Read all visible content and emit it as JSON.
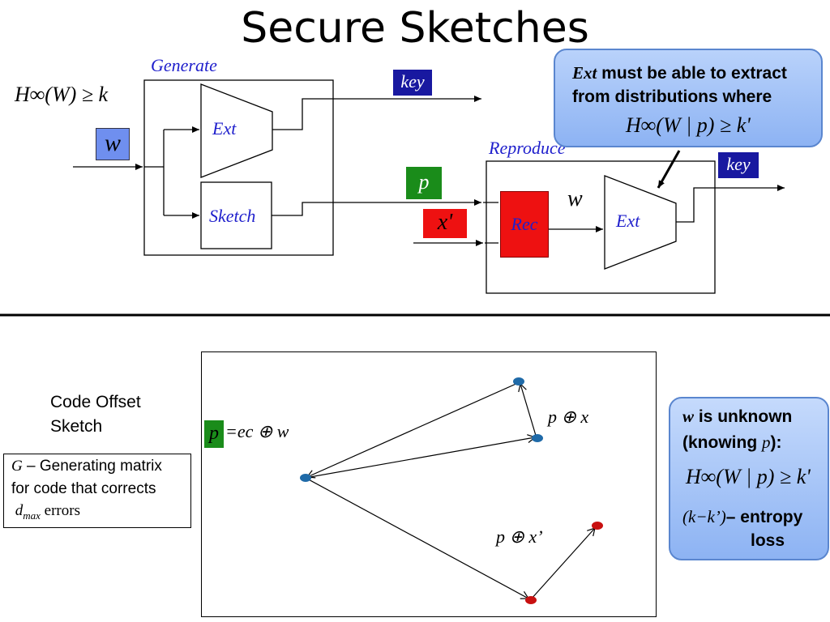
{
  "title": "Secure Sketches",
  "generate": {
    "label": "Generate",
    "entropy_condition": "H∞(W) ≥ k",
    "input_w": "w",
    "ext_label": "Ext",
    "sketch_label": "Sketch",
    "key_label": "key",
    "p_label": "p"
  },
  "reproduce": {
    "label": "Reproduce",
    "x_prime": "x'",
    "rec_label": "Rec",
    "w_label": "w",
    "ext_label": "Ext",
    "key_label": "key"
  },
  "callout_top": {
    "line1_italic": "Ext",
    "line1_rest": " must be able to extract",
    "line2": "from distributions where",
    "formula": "H∞(W | p) ≥ k'"
  },
  "bottom": {
    "code_offset_label": "Code Offset Sketch",
    "g_line1_var": "G",
    "g_line1_rest": " – Generating matrix",
    "g_line2": "for code that corrects",
    "g_line3_var": "d",
    "g_line3_sub": "max",
    "g_line3_rest": " errors",
    "p_box": "p",
    "equation": "=ec ⊕ w",
    "p_xor_x": "p ⊕ x",
    "p_xor_xprime": "p ⊕ x’"
  },
  "callout_bottom": {
    "line1_var": "w",
    "line1_rest": " is unknown",
    "line2_pre": "(knowing ",
    "line2_var": "p",
    "line2_post": "):",
    "formula": "H∞(W | p) ≥ k'",
    "line4_paren": "(k−k’)",
    "line4_rest": "– entropy",
    "line5": "loss"
  },
  "colors": {
    "box_blue": "#1818a0",
    "box_green": "#1a8c1a",
    "box_red": "#ee1111",
    "label_blue": "#1f1fcc",
    "dot_blue": "#1f6aa8",
    "dot_red": "#c81010",
    "callout_fill": "#a9c6f8"
  }
}
